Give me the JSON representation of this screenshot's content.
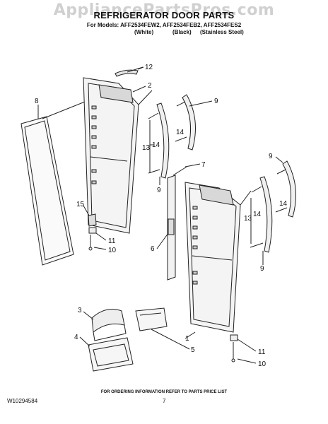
{
  "watermark": "AppliancePartsPros.com",
  "title": "REFRIGERATOR DOOR PARTS",
  "models_line": "For Models: AFF2534FEW2, AFF2534FEB2, AFF2534FES2",
  "variants": [
    "(White)",
    "(Black)",
    "(Stainless Steel)"
  ],
  "callouts": [
    "12",
    "2",
    "8",
    "9",
    "14",
    "13",
    "14",
    "7",
    "9",
    "9",
    "15",
    "11",
    "10",
    "6",
    "13",
    "14",
    "14",
    "9",
    "3",
    "4",
    "1",
    "5",
    "11",
    "10"
  ],
  "footer": {
    "order_info": "FOR ORDERING INFORMATION REFER TO PARTS PRICE LIST",
    "doc_number": "W10294584",
    "page_number": "7"
  }
}
